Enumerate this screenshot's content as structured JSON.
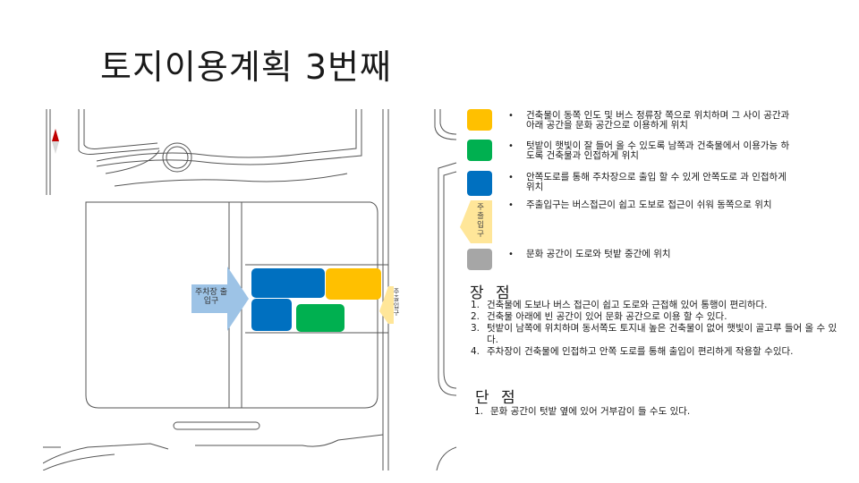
{
  "title": "토지이용계획 3번째",
  "map": {
    "parking_entrance_label": "주차장 출입구",
    "main_entrance_label": "주출입구",
    "colors": {
      "yellow": "#FFC000",
      "green": "#00B050",
      "blue": "#0070C0",
      "light_blue_arrow": "#9DC3E6",
      "light_yellow_arrow": "#FFE699",
      "north_arrow": "#C00000"
    }
  },
  "legend": {
    "items": [
      {
        "color_name": "yellow",
        "color": "#FFC000",
        "bullet": "•",
        "text": "건축물이 동쪽 인도 및 버스 정류장 쪽으로 위치하며 그 사이 공간과 아래 공간을 문화 공간으로 이용하게 위치"
      },
      {
        "color_name": "green",
        "color": "#00B050",
        "bullet": "•",
        "text": "텃밭이 햇빛이 잘 들어 올 수 있도록 남쪽과 건축물에서 이용가능 하도록 건축물과 인접하게 위치"
      },
      {
        "color_name": "blue",
        "color": "#0070C0",
        "bullet": "•",
        "text": "안쪽도로를 통해 주차장으로 출입 할 수 있게 안쪽도로 과 인접하게 위치"
      },
      {
        "color_name": "entrance",
        "color": "#FFE699",
        "bullet": "•",
        "text": "주출입구는 버스접근이 쉽고 도보로 접근이 쉬워 동쪽으로 위치"
      },
      {
        "color_name": "gray",
        "color": "#A6A6A6",
        "bullet": "•",
        "text": "문화 공간이 도로와 텃밭 중간에 위치"
      }
    ],
    "entrance_label": "주출입구"
  },
  "advantages": {
    "heading": "장 점",
    "items": [
      {
        "num": "1.",
        "text": "건축물에 도보나 버스 접근이 쉽고 도로와 근접해 있어 통행이 편리하다."
      },
      {
        "num": "2.",
        "text": "건축물 아래에 빈 공간이 있어 문화 공간으로 이용 할 수 있다."
      },
      {
        "num": "3.",
        "text": "텃밭이 남쪽에 위치하며 동서쪽도 토지내 높은 건축물이 없어 햇빛이 골고루 들어 올 수 있다."
      },
      {
        "num": "4.",
        "text": "주차장이 건축물에 인접하고 안쪽 도로를 통해 출입이 편리하게 작용할 수있다."
      }
    ]
  },
  "disadvantages": {
    "heading": "단 점",
    "items": [
      {
        "num": "1.",
        "text": "문화 공간이 텃밭 옆에 있어 거부감이 들 수도 있다."
      }
    ]
  }
}
